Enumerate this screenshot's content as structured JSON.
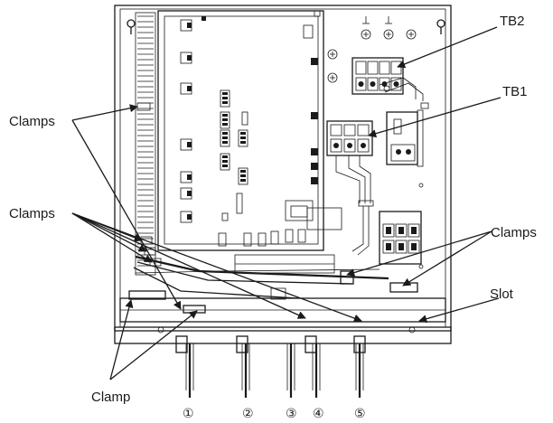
{
  "labels": {
    "tb2": "TB2",
    "tb1": "TB1",
    "clamps_upper": "Clamps",
    "clamps_middle": "Clamps",
    "clamps_right": "Clamps",
    "slot": "Slot",
    "clamp": "Clamp"
  },
  "cable_numbers": [
    "①",
    "②",
    "③",
    "④",
    "⑤"
  ]
}
